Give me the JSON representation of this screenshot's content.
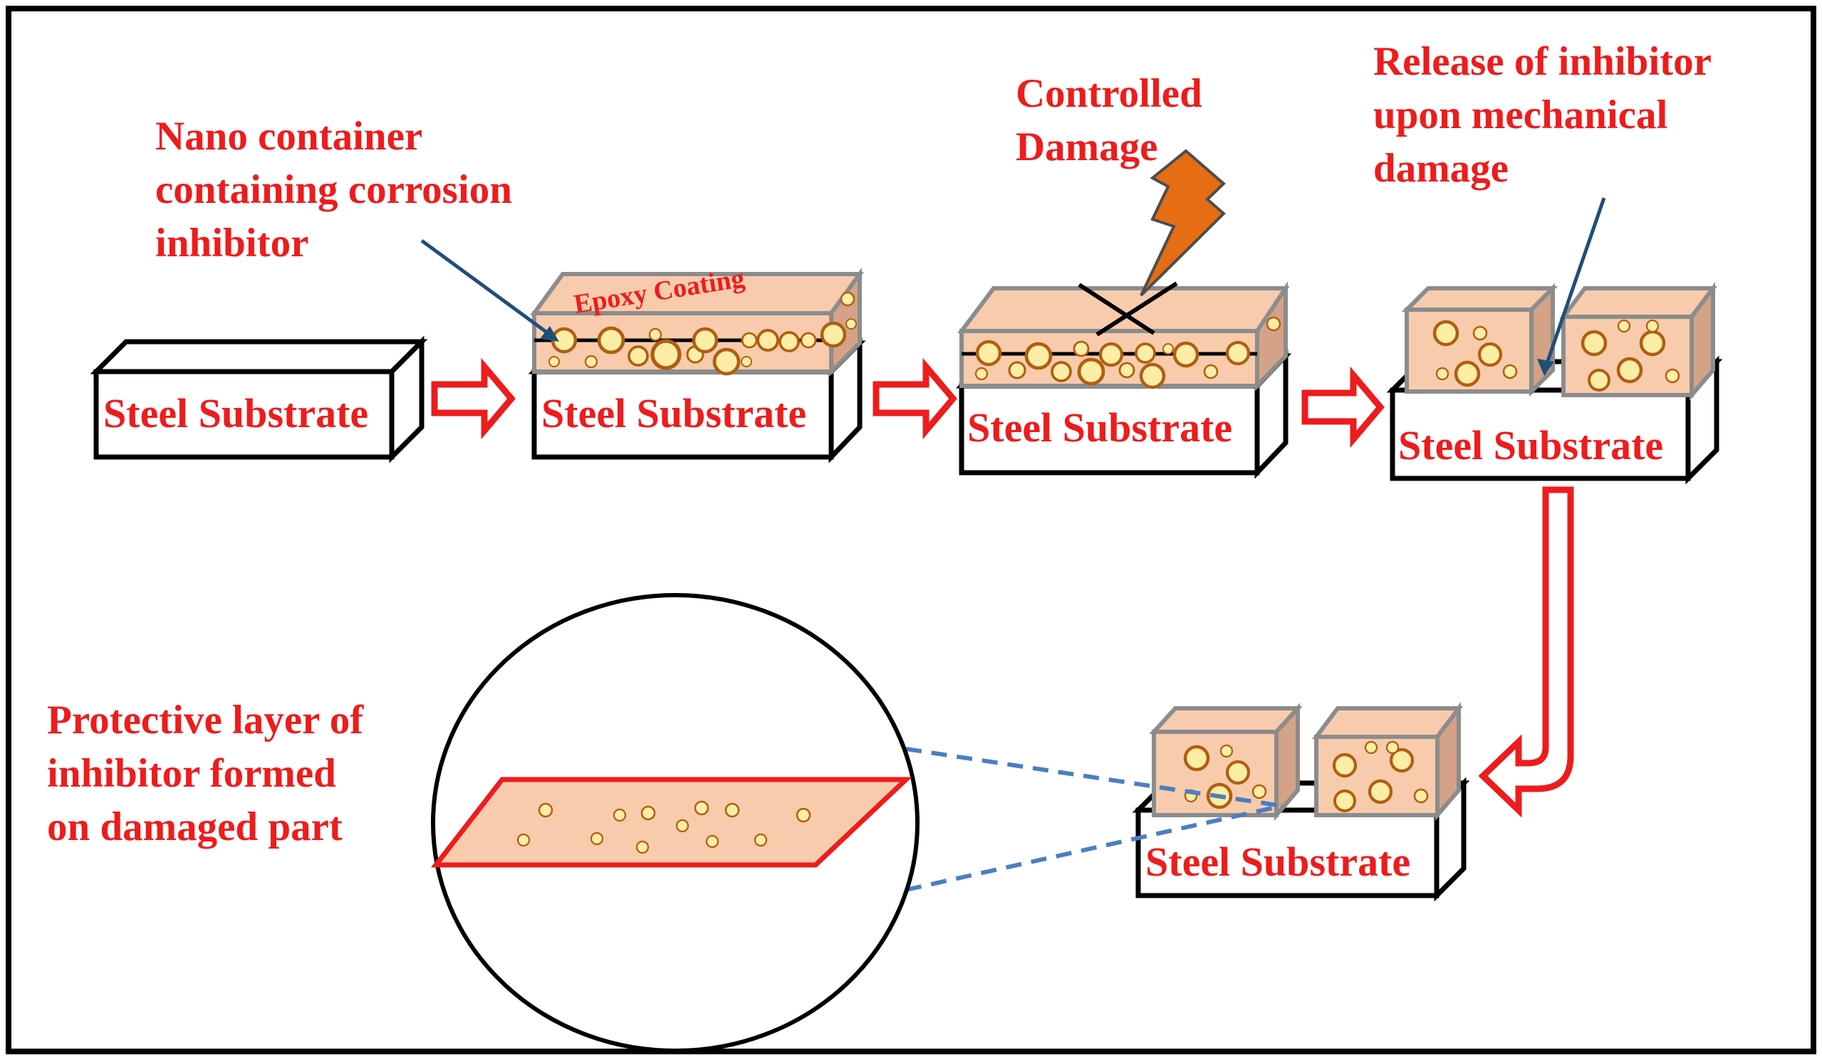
{
  "colors": {
    "label_red": "#ee1c1c",
    "coating_fill": "#f8cbad",
    "coating_side": "#d4a287",
    "coating_edge": "#8c8c8c",
    "particle_fill": "#fbeda5",
    "particle_ring": "#b05e10",
    "leader_blue": "#1f4e79",
    "dashed_blue": "#4a7fc1",
    "bolt_orange": "#e56d14"
  },
  "icons": {
    "process_arrow": "red-hollow-arrow-icon",
    "damage": "lightning-bolt-icon",
    "zoom": "magnifier-circle"
  },
  "labels": {
    "substrate": "Steel Substrate",
    "coating": "Epoxy Coating",
    "nano_container": [
      "Nano container",
      "containing corrosion",
      "inhibitor"
    ],
    "controlled_damage": [
      "Controlled",
      "Damage"
    ],
    "release": [
      "Release of inhibitor",
      "upon mechanical",
      "damage"
    ],
    "protective_layer": [
      "Protective layer of",
      "inhibitor formed",
      "on damaged part"
    ]
  }
}
